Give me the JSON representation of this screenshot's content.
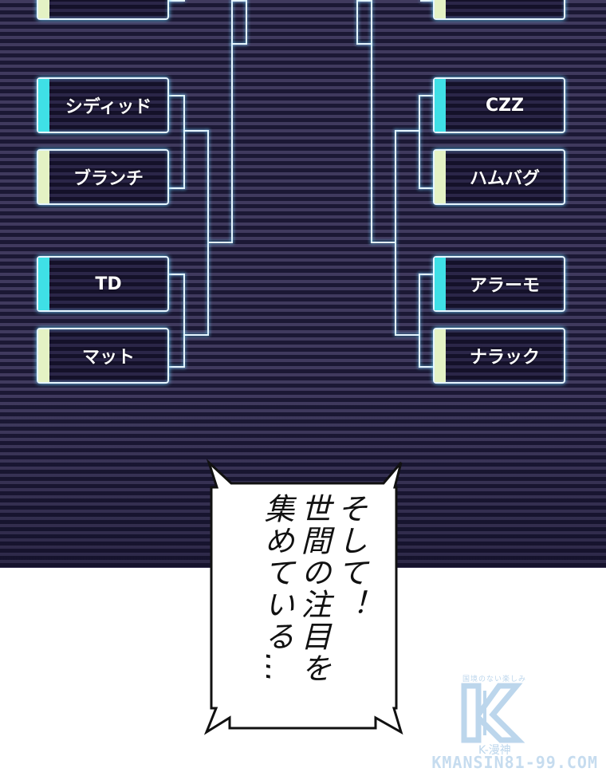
{
  "bracket": {
    "colors": {
      "winner_bar": "#3fe0e6",
      "loser_bar": "#e4f2c4",
      "line": "#e6f6ff",
      "glow": "#6fd2ff",
      "stripe_light": "#403a5e",
      "stripe_dark": "#1b1834"
    },
    "left": [
      {
        "name": "",
        "status": "loser"
      },
      {
        "name": "シディッド",
        "status": "winner"
      },
      {
        "name": "ブランチ",
        "status": "loser"
      },
      {
        "name": "TD",
        "status": "winner"
      },
      {
        "name": "マット",
        "status": "loser"
      }
    ],
    "right": [
      {
        "name": "",
        "status": "loser"
      },
      {
        "name": "CZZ",
        "status": "winner"
      },
      {
        "name": "ハムバグ",
        "status": "loser"
      },
      {
        "name": "アラーモ",
        "status": "winner"
      },
      {
        "name": "ナラック",
        "status": "loser"
      }
    ]
  },
  "speech_bubble": {
    "lines": [
      "そして！",
      "世間の注目を",
      "集めている…"
    ]
  },
  "watermark": {
    "tagline": "国境のない楽しみ",
    "brand": "K-漫神",
    "url": "KMANSIN81-99.COM"
  }
}
